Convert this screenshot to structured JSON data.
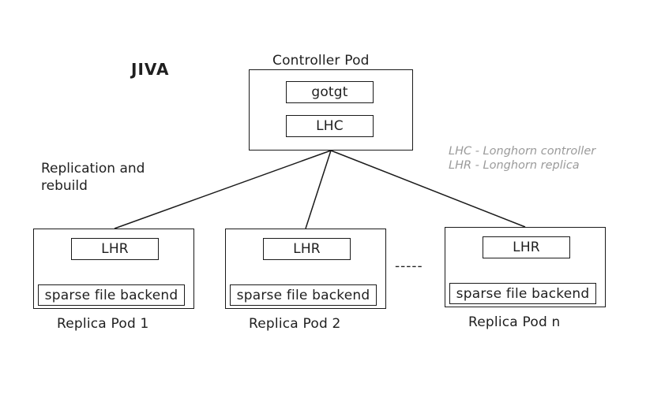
{
  "title": "JIVA",
  "controller": {
    "label": "Controller Pod",
    "components": [
      "gotgt",
      "LHC"
    ]
  },
  "legend": [
    "LHC - Longhorn controller",
    "LHR - Longhorn replica"
  ],
  "edge_note": {
    "line1": "Replication and",
    "line2": "rebuild"
  },
  "replicas": [
    {
      "label": "Replica Pod 1",
      "component": "LHR",
      "backend": "sparse file backend"
    },
    {
      "label": "Replica Pod 2",
      "component": "LHR",
      "backend": "sparse file backend"
    },
    {
      "label": "Replica Pod n",
      "component": "LHR",
      "backend": "sparse file backend"
    }
  ],
  "ellipsis": "-----"
}
